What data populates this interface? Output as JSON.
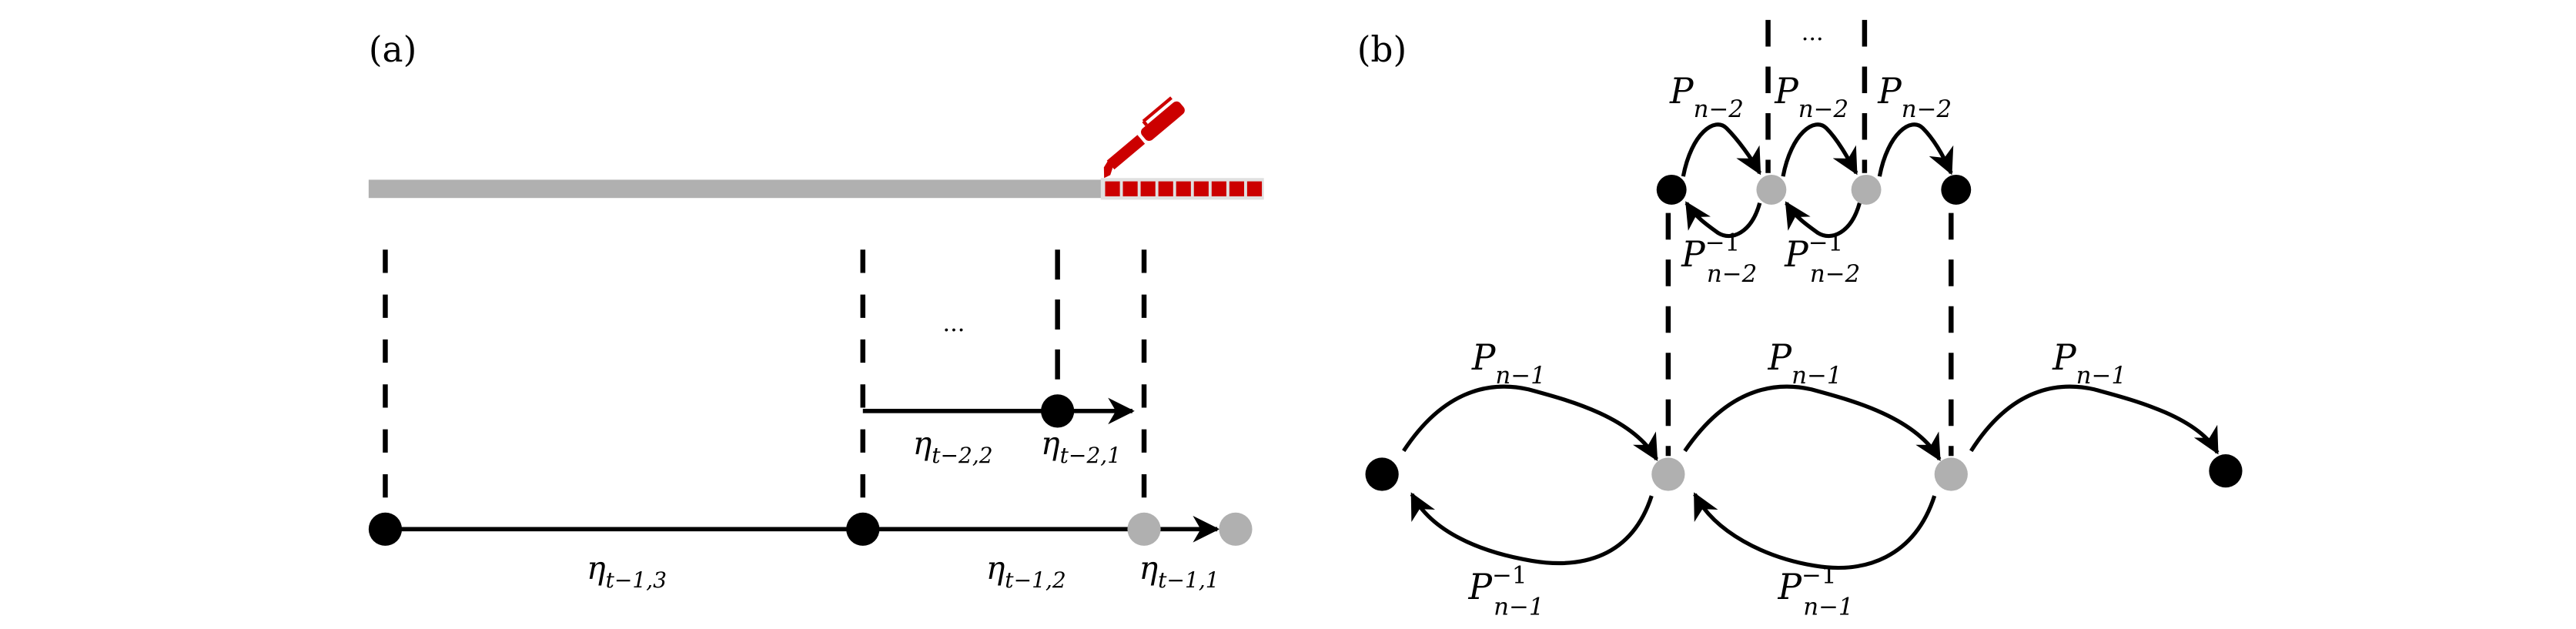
{
  "figure": {
    "panels": [
      {
        "id": "a",
        "label": "(a)",
        "timeline_bar": {
          "gray_color": "#b0b0b0",
          "red_color": "#cc0000",
          "red_squares": 9,
          "pen_icon": "pen-icon"
        },
        "ellipsis": "...",
        "nodes_row_top": [
          {
            "color": "#000000"
          }
        ],
        "nodes_row_bottom": [
          {
            "color": "#000000"
          },
          {
            "color": "#000000"
          },
          {
            "color": "#b0b0b0"
          },
          {
            "color": "#b0b0b0"
          }
        ],
        "labels": {
          "eta_t1_3": {
            "base": "η",
            "sub": "t−1,3"
          },
          "eta_t2_2": {
            "base": "η",
            "sub": "t−2,2"
          },
          "eta_t2_1": {
            "base": "η",
            "sub": "t−2,1"
          },
          "eta_t1_2": {
            "base": "η",
            "sub": "t−1,2"
          },
          "eta_t1_1": {
            "base": "η",
            "sub": "t−1,1"
          }
        }
      },
      {
        "id": "b",
        "label": "(b)",
        "ellipsis": "...",
        "top_labels": [
          {
            "base": "P",
            "sub": "n−2",
            "sup": ""
          },
          {
            "base": "P",
            "sub": "n−2",
            "sup": ""
          },
          {
            "base": "P",
            "sub": "n−2",
            "sup": ""
          }
        ],
        "top_inverse_labels": [
          {
            "base": "P",
            "sub": "n−2",
            "sup": "−1"
          },
          {
            "base": "P",
            "sub": "n−2",
            "sup": "−1"
          }
        ],
        "bottom_labels": [
          {
            "base": "P",
            "sub": "n−1",
            "sup": ""
          },
          {
            "base": "P",
            "sub": "n−1",
            "sup": ""
          },
          {
            "base": "P",
            "sub": "n−1",
            "sup": ""
          }
        ],
        "bottom_inverse_labels": [
          {
            "base": "P",
            "sub": "n−1",
            "sup": "−1"
          },
          {
            "base": "P",
            "sub": "n−1",
            "sup": "−1"
          }
        ],
        "colors": {
          "black_node": "#000000",
          "gray_node": "#b0b0b0"
        }
      }
    ]
  }
}
